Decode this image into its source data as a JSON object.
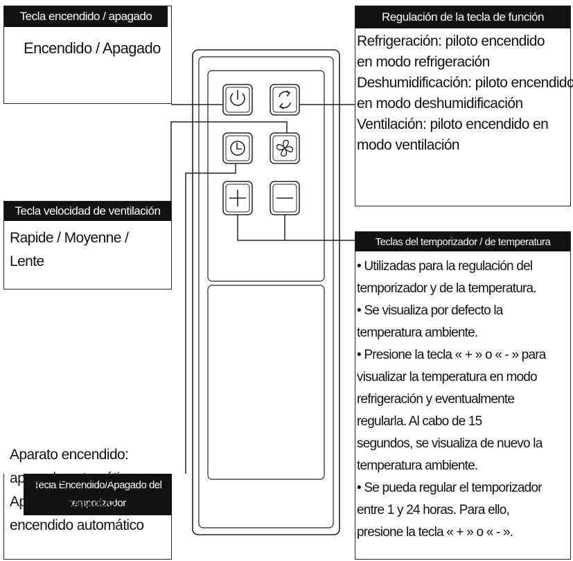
{
  "power_box": {
    "title": "Tecla encendido / apagado",
    "lines": [
      "Encendido / Apagado"
    ]
  },
  "function_box": {
    "title": "Regulación de la tecla de función",
    "lines": [
      "Refrigeración: piloto encendido",
      "en modo refrigeración",
      "Deshumidificación: piloto encendido",
      "en modo deshumidificación",
      "Ventilación: piloto encendido en",
      "modo ventilación"
    ]
  },
  "fan_speed_box": {
    "title": "Tecla velocidad de ventilación",
    "lines": [
      "Rapide / Moyenne /",
      "Lente"
    ]
  },
  "timer_temp_box": {
    "title": "Teclas del temporizador / de temperatura",
    "lines": [
      "• Utilizadas para la regulación del",
      "temporizador y de la temperatura.",
      "• Se visualiza por defecto la",
      "temperatura ambiente.",
      "• Presione la tecla « + » o « - » para",
      "visualizar la temperatura en modo",
      "refrigeración y eventualmente",
      "regularla. Al cabo de 15",
      "segundos, se visualiza de nuevo la",
      "temperatura ambiente.",
      "• Se pueda regular el temporizador",
      "entre 1 y 24 horas. Para ello,",
      "presione la tecla « + » o « - »."
    ]
  },
  "timer_onoff_box": {
    "title_line1": "Tecla Encendido/Apagado del",
    "title_line2": "temporizador",
    "lines": [
      "Aparato encendido:",
      "apagado automático",
      "Aparato apagado:",
      "encendido automático"
    ]
  },
  "remote": {
    "buttons": [
      "power-icon",
      "mode-cycle-icon",
      "timer-clock-icon",
      "fan-icon",
      "plus-icon",
      "minus-icon"
    ]
  }
}
